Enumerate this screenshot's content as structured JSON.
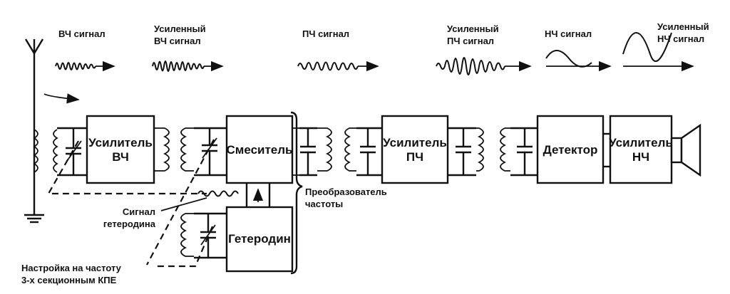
{
  "blocks": {
    "rf_amp": [
      "Усилитель",
      "ВЧ"
    ],
    "mixer": "Смеситель",
    "oscillator": "Гетеродин",
    "if_amp": [
      "Усилитель",
      "ПЧ"
    ],
    "detector": "Детектор",
    "af_amp": [
      "Усилитель",
      "НЧ"
    ]
  },
  "signals": {
    "rf": [
      "ВЧ сигнал"
    ],
    "rf_amplified": [
      "Усиленный",
      "ВЧ сигнал"
    ],
    "if": [
      "ПЧ сигнал"
    ],
    "if_amplified": [
      "Усиленный",
      "ПЧ сигнал"
    ],
    "af": [
      "НЧ сигнал"
    ],
    "af_amplified": [
      "Усиленный",
      "НЧ сигнал"
    ]
  },
  "annotations": {
    "converter": [
      "Преобразователь",
      "частоты"
    ],
    "lo_signal": [
      "Сигнал",
      "гетеродина"
    ],
    "tuning": [
      "Настройка на частоту",
      "3-х секционным КПЕ"
    ]
  },
  "icons": [
    "antenna-icon",
    "ground-icon",
    "speaker-icon",
    "variable-capacitor-icon",
    "transformer-icon",
    "curly-brace-icon"
  ]
}
